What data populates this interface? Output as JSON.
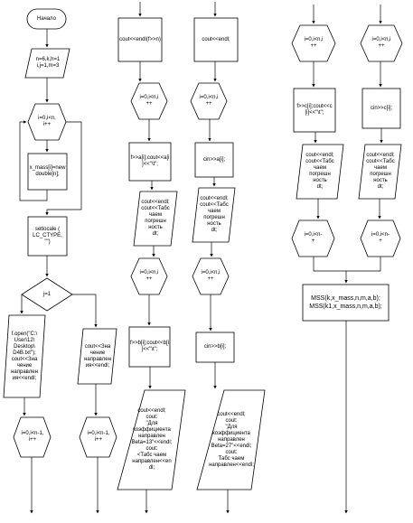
{
  "flowchart": {
    "start": "Начало",
    "init": "n=6,k,h=1\ni,j=1,m=3",
    "loop_i1": "i=0,i<n,\ni++",
    "alloc": "x_mass[i]=new\ndouble[n];",
    "setlocale": "setlocale (\nLC_CTYPE,\n\"\")",
    "decision_j": "j=1",
    "file_path_branch": "f.open(\"C:\\\nUser\\12\\\nDesktop\\\nD4B.txt\");\ncout<<Зна\nчение\nнаправлен\nия<<endl;",
    "direction_branch": "cout<<Зна\nчение\nнаправлен\nия<<endl;",
    "loop_b1": "i=0,i<n-1,\ni++",
    "loop_b2": "i=0,i<n-1,\ni++",
    "cout_file": "cout<<endl(f>>n)",
    "cout_plain": "cout<<endl;",
    "loop_c1": "i=0,i<n,i\n++",
    "loop_d1": "i=0,i<n,i\n++",
    "read_file_1": "f>>a[i];cout<<a[i\n]<<\"\\t\";",
    "cin_1": "cin>>a[i];",
    "output_c1": "cout<<endl;\ncout<<Табс\nчаем\nпогрешн\nность\ndt;",
    "output_d1": "cout<<endl;\ncout<<Табс\nчаем\nпогрешн\nность\ndt;",
    "loop_c2": "i=0,i<n,i\n++",
    "loop_d2": "i=0,i<n,i\n++",
    "read_file_2": "f>>b[i];cout<<b[i\n]<<\"\\t\";",
    "cin_2": "cin>>b[i];",
    "output_c2": "cout<<endl;\ncout:\n\"Для\nкоэффициента\nнаправлен\nBeta=13\"<<endl;\ncout:\n<Табс чаем\nнаправлен<<en\ndl;",
    "output_d2": "cout<<endl;\ncout:\n\"Для\nкоэффициента\nнаправлен\nBeta=27\"<<endl;\ncout:\nТабс чаем\nнаправлен<<endl;",
    "loop_e1": "i=0,i<n,i\n++",
    "loop_f1": "i=0,i<n,i\n++",
    "read_file_3": "f>>c[i];cout<<c\n[i]<<\"\\t\";",
    "cin_3": "cin>>c[i];",
    "output_e1": "cout<<endl;\ncout<<Табс\nчаем\nпогрешн\nность\ndt;",
    "output_f1": "cout<<endl;\ncout<<Табс\nчаем\nпогрешн\nность\ndt;",
    "loop_e2": "i=0,i<n-\n+",
    "loop_f2": "i=0,i<n-\n+",
    "mss_call": "MSS(k,x_mass,n,m,a,b);\nMSS(k1,x_mass,n,m,a,b);"
  }
}
